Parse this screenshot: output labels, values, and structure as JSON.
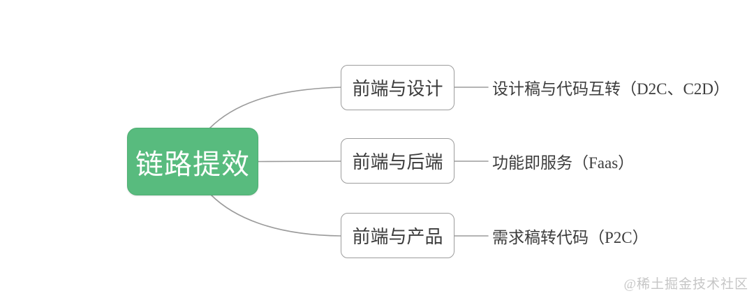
{
  "diagram": {
    "type": "mindmap",
    "root": {
      "label": "链路提效"
    },
    "branches": [
      {
        "label": "前端与设计",
        "leaf_label": "设计稿与代码互转（D2C、C2D）"
      },
      {
        "label": "前端与后端",
        "leaf_label": "功能即服务（Faas）"
      },
      {
        "label": "前端与产品",
        "leaf_label": "需求稿转代码（P2C）"
      }
    ]
  },
  "watermark": {
    "text": "@稀土掘金技术社区"
  },
  "colors": {
    "background": "#ffffff",
    "root_fill": "#58bb7e",
    "root_border": "#4fae73",
    "root_text": "#ffffff",
    "node_border": "#9c9c9c",
    "node_fill": "#ffffff",
    "node_text": "#3c3c3c",
    "leaf_text": "#3c3c3c",
    "line": "#9b9b9b",
    "watermark_text": "#c6c6c6"
  }
}
